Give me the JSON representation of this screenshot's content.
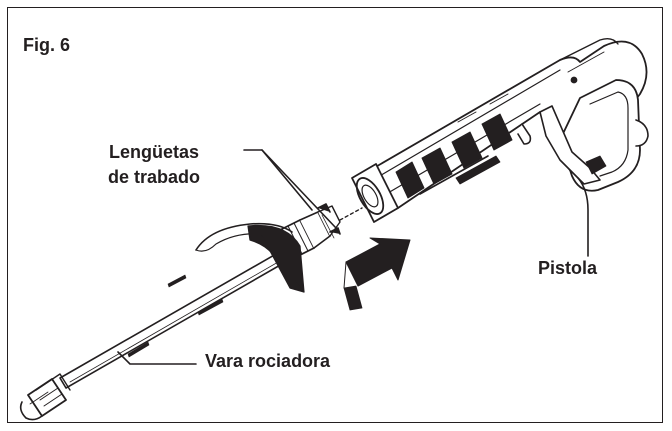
{
  "figure": {
    "title": "Fig. 6",
    "labels": {
      "locking_tabs_line1": "Lengüetas",
      "locking_tabs_line2": "de trabado",
      "gun": "Pistola",
      "wand": "Vara rociadora"
    },
    "colors": {
      "ink": "#231f20",
      "background": "#ffffff"
    }
  }
}
